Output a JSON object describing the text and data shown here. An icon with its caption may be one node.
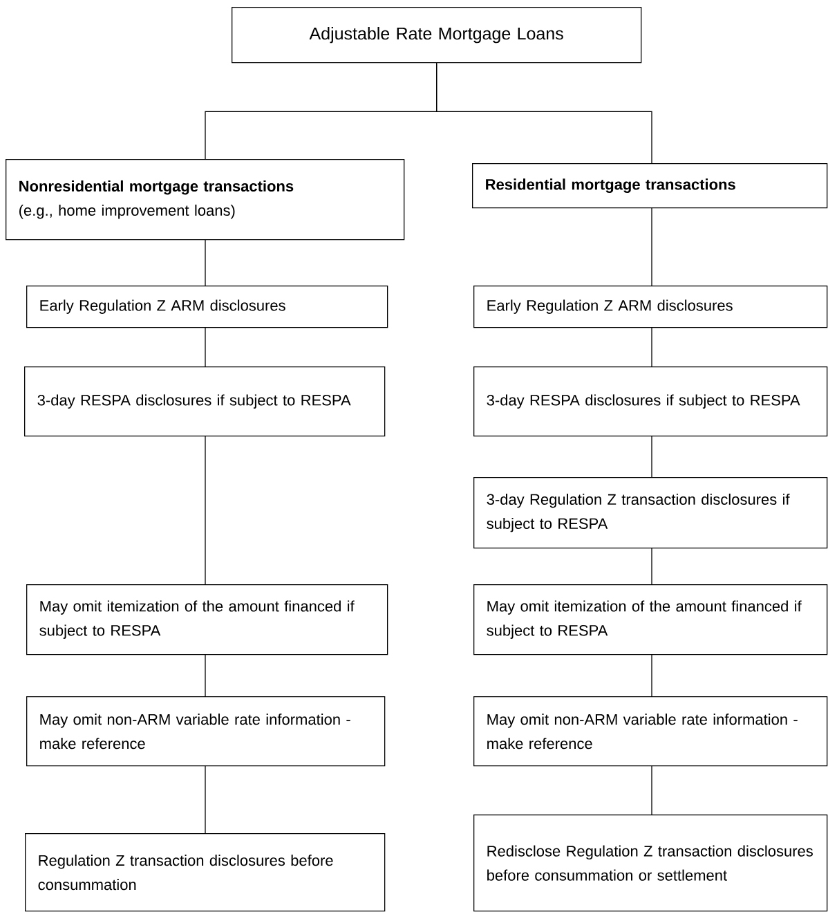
{
  "diagram": {
    "nodes": [
      {
        "text": [
          "Adjustable Rate Mortgage Loans"
        ]
      },
      {
        "text": [
          "Nonresidential mortgage transactions",
          "(e.g., home improvement loans)"
        ]
      },
      {
        "text": [
          "Residential mortgage transactions"
        ]
      },
      {
        "text": [
          "Early Regulation Z ARM disclosures"
        ]
      },
      {
        "text": [
          "Early Regulation Z ARM disclosures"
        ]
      },
      {
        "text": [
          "3-day RESPA disclosures if subject to RESPA"
        ]
      },
      {
        "text": [
          "3-day RESPA disclosures if subject to RESPA"
        ]
      },
      {
        "text": [
          "3-day Regulation Z transaction disclosures if subject to RESPA"
        ]
      },
      {
        "text": [
          "May omit itemization of the amount financed if subject to RESPA"
        ]
      },
      {
        "text": [
          "May omit itemization of the amount financed if subject to RESPA"
        ]
      },
      {
        "text": [
          "May omit non-ARM variable rate information - make reference"
        ]
      },
      {
        "text": [
          "May omit non-ARM variable rate information - make reference"
        ]
      },
      {
        "text": [
          "Regulation Z transaction disclosures before consummation"
        ]
      },
      {
        "text": [
          "Redisclose Regulation Z transaction disclosures before consummation or settlement"
        ]
      }
    ],
    "edges": [
      {
        "from": 0,
        "to": 1,
        "arrow": "none"
      },
      {
        "from": 0,
        "to": 2,
        "arrow": "none"
      },
      {
        "from": 1,
        "to": 3,
        "arrow": "none"
      },
      {
        "from": 3,
        "to": 5,
        "arrow": "none"
      },
      {
        "from": 5,
        "to": 8,
        "arrow": "none"
      },
      {
        "from": 8,
        "to": 10,
        "arrow": "none"
      },
      {
        "from": 10,
        "to": 12,
        "arrow": "none"
      },
      {
        "from": 2,
        "to": 4,
        "arrow": "none"
      },
      {
        "from": 4,
        "to": 6,
        "arrow": "none"
      },
      {
        "from": 6,
        "to": 7,
        "arrow": "none"
      },
      {
        "from": 7,
        "to": 9,
        "arrow": "none"
      },
      {
        "from": 9,
        "to": 11,
        "arrow": "none"
      },
      {
        "from": 11,
        "to": 13,
        "arrow": "none"
      }
    ]
  }
}
